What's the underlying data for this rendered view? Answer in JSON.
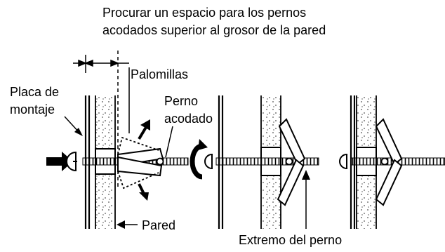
{
  "labels": {
    "title_line1": "Procurar un espacio para los pernos",
    "title_line2": "acodados superior al grosor de la pared",
    "palomillas": "Palomillas",
    "placa_line1": "Placa de",
    "placa_line2": "montaje",
    "perno_line1": "Perno",
    "perno_line2": "acodado",
    "pared": "Pared",
    "extremo": "Extremo del perno"
  },
  "icons": [
    "push-arrow-icon",
    "rotate-arrow-icon",
    "spread-arrow-icon"
  ],
  "colors": {
    "ink": "#000000",
    "paper": "#ffffff"
  }
}
